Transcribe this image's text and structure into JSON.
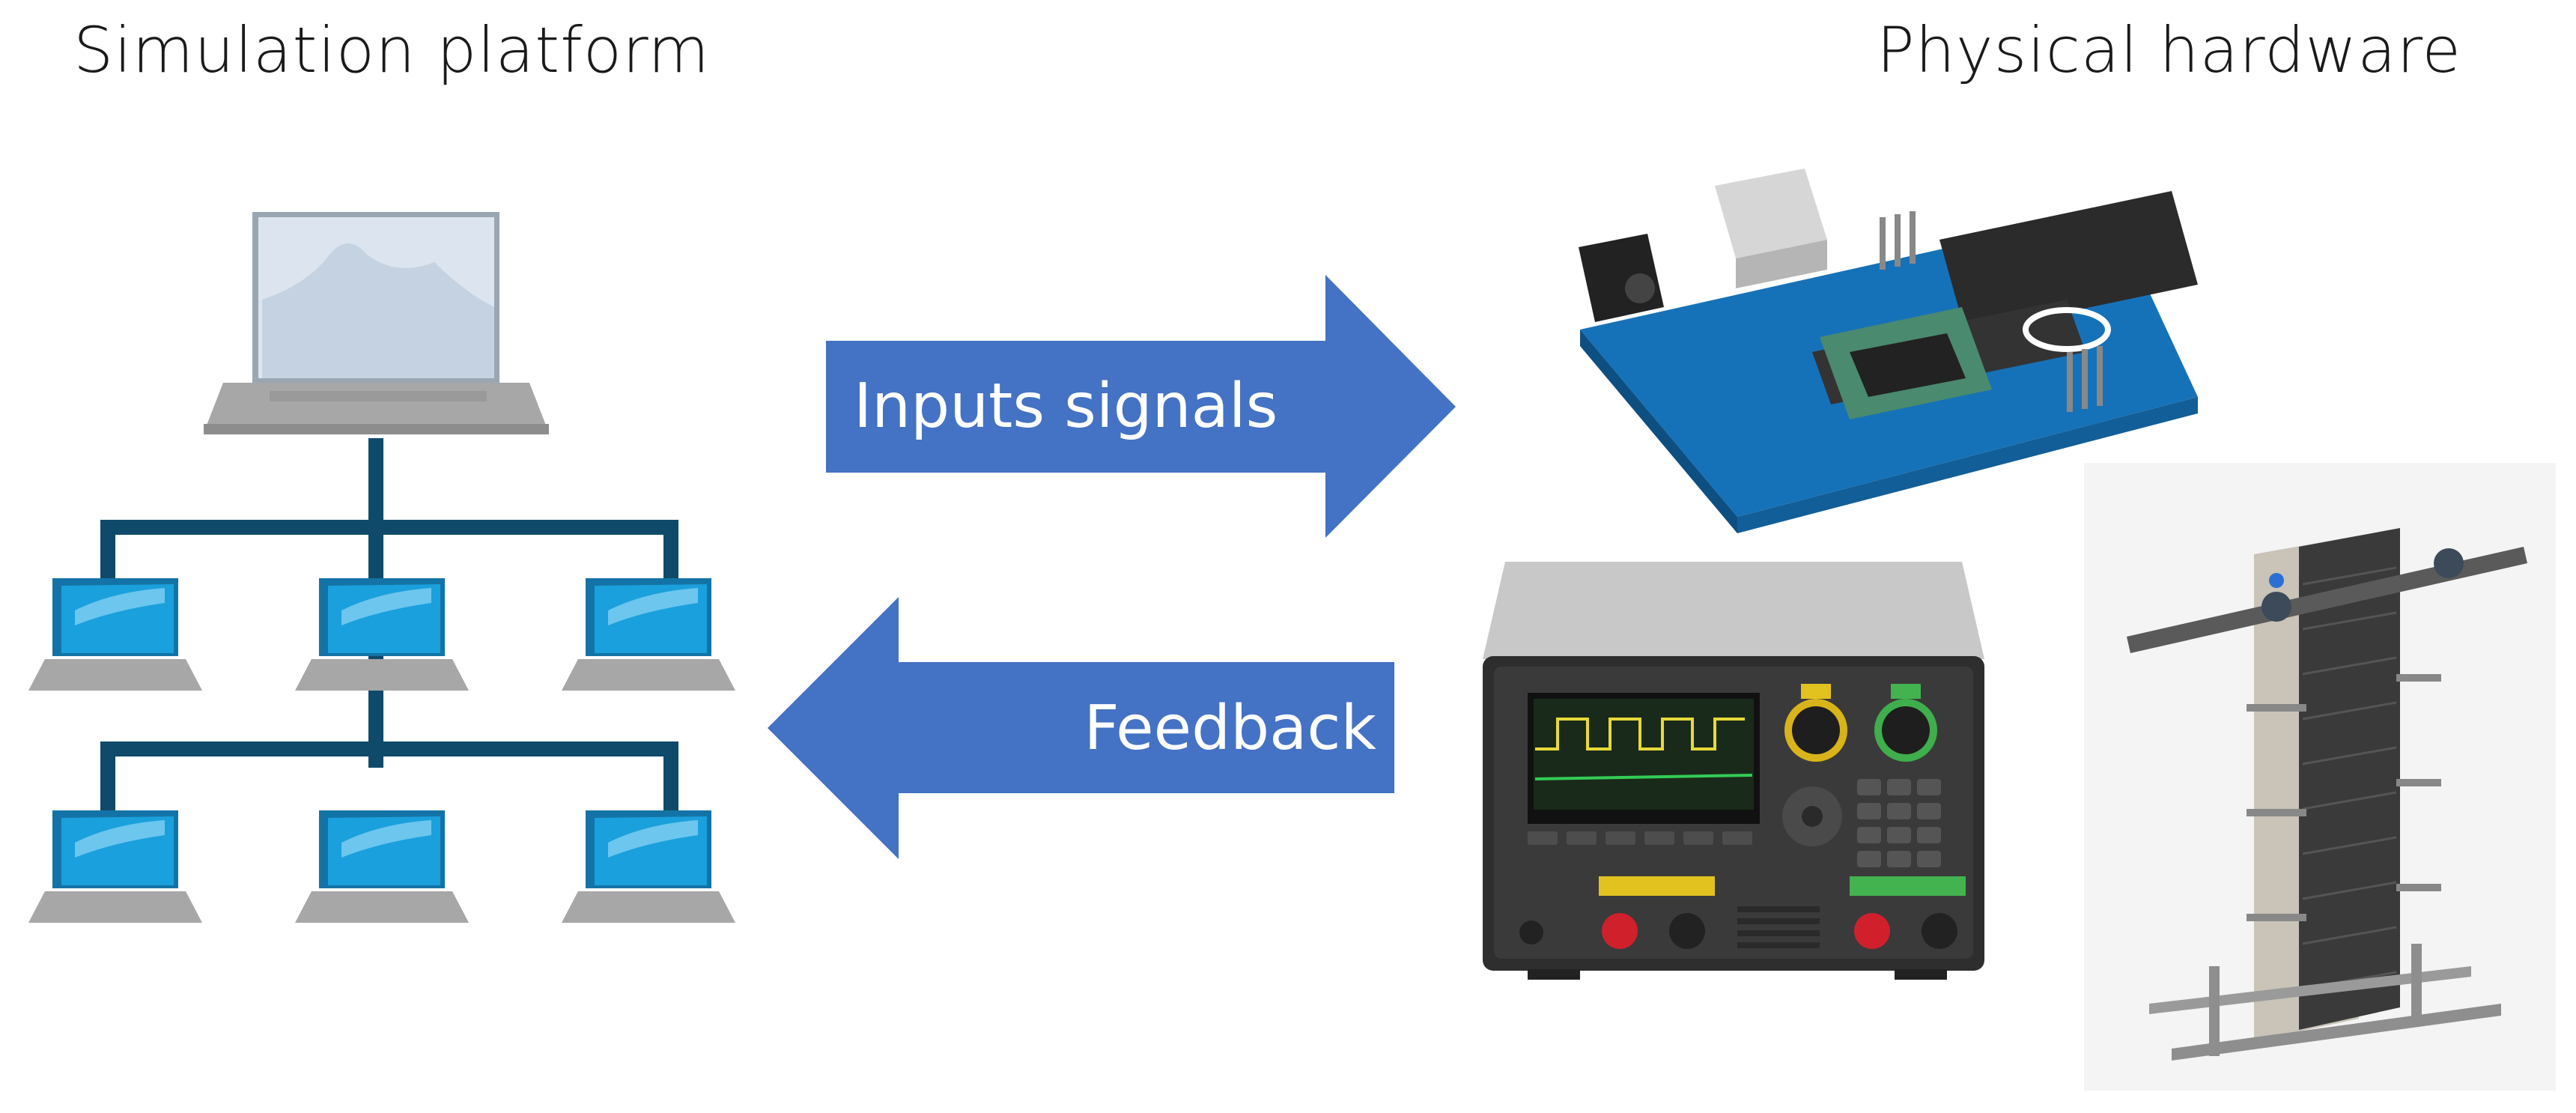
{
  "headings": {
    "simulation": "Simulation platform",
    "hardware": "Physical hardware"
  },
  "arrows": {
    "forward_label": "Inputs signals",
    "back_label": "Feedback",
    "color": "#4472C4"
  },
  "network": {
    "line_color": "#0f4a6b",
    "screen_color": "#1a9bd6",
    "base_color": "#a9a9a9"
  },
  "hardware_items": {
    "icons": [
      "microcontroller-board-icon",
      "power-supply-icon",
      "heat-exchanger-icon"
    ]
  }
}
